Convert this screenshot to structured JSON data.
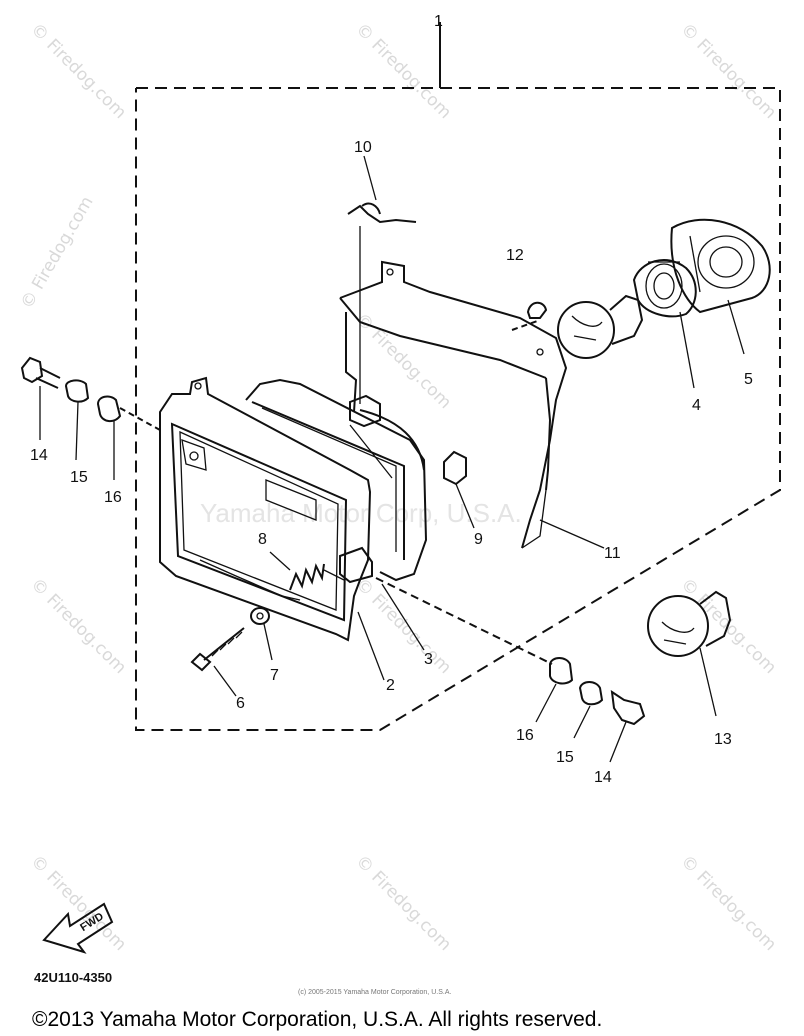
{
  "callouts": {
    "c1": "1",
    "c2": "2",
    "c3": "3",
    "c4": "4",
    "c5": "5",
    "c6": "6",
    "c7": "7",
    "c8": "8",
    "c9": "9",
    "c10": "10",
    "c11": "11",
    "c12": "12",
    "c13": "13",
    "c14a": "14",
    "c14b": "14",
    "c15a": "15",
    "c15b": "15",
    "c16a": "16",
    "c16b": "16"
  },
  "watermarks": {
    "site": "© Firedog.com",
    "center": "Yamaha Motor Corp, U.S.A."
  },
  "fwd_label": "FWD",
  "drawing_code": "42U110-4350",
  "fine_print": "(c) 2005-2015 Yamaha Motor Corporation, U.S.A.",
  "copyright": "©2013 Yamaha Motor Corporation, U.S.A. All rights reserved."
}
